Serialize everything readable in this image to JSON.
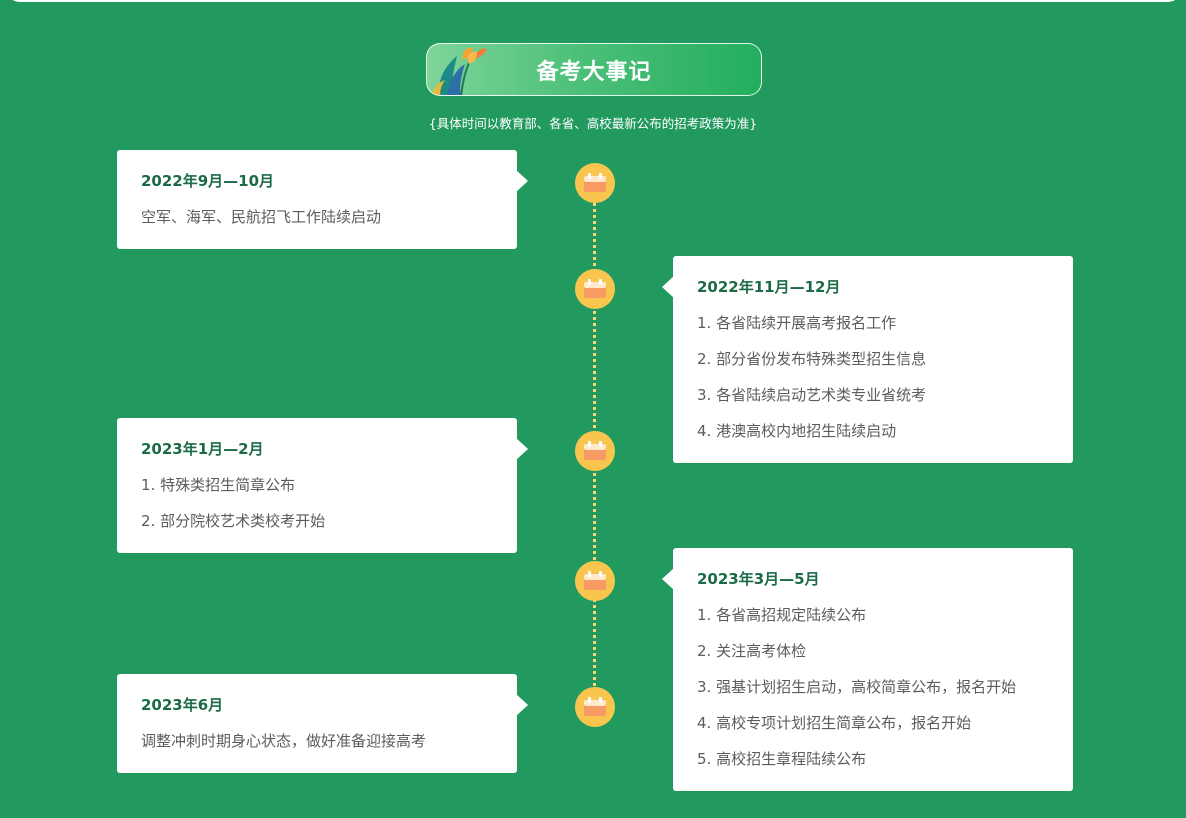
{
  "header": {
    "title": "备考大事记",
    "subtitle": "{具体时间以教育部、各省、高校最新公布的招考政策为准}"
  },
  "colors": {
    "background": "#229a5f",
    "date_text": "#1c6b46",
    "item_text": "#5c5c5c",
    "timeline_dots": "#f6d77a",
    "node_fill": "#f8c64f",
    "node_icon": "#f79a64"
  },
  "timeline": [
    {
      "date": "2022年9月—10月",
      "items": [
        "空军、海军、民航招飞工作陆续启动"
      ]
    },
    {
      "date": "2022年11月—12月",
      "items": [
        "1. 各省陆续开展高考报名工作",
        "2. 部分省份发布特殊类型招生信息",
        "3. 各省陆续启动艺术类专业省统考",
        "4. 港澳高校内地招生陆续启动"
      ]
    },
    {
      "date": "2023年1月—2月",
      "items": [
        "1. 特殊类招生简章公布",
        "2. 部分院校艺术类校考开始"
      ]
    },
    {
      "date": "2023年3月—5月",
      "items": [
        "1. 各省高招规定陆续公布",
        "2. 关注高考体检",
        "3. 强基计划招生启动，高校简章公布，报名开始",
        "4. 高校专项计划招生简章公布，报名开始",
        "5. 高校招生章程陆续公布"
      ]
    },
    {
      "date": "2023年6月",
      "items": [
        "调整冲刺时期身心状态，做好准备迎接高考"
      ]
    }
  ]
}
